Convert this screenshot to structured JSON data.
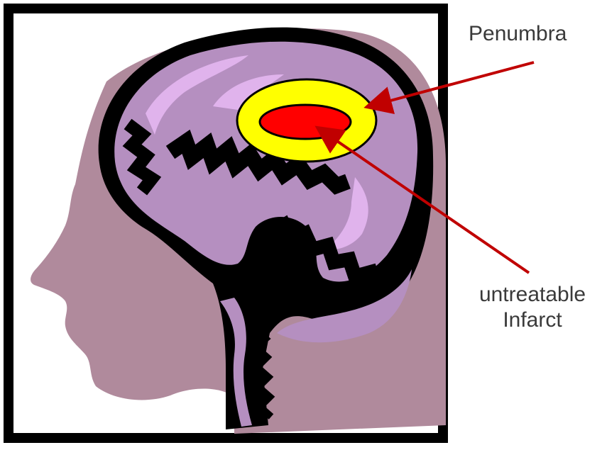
{
  "labels": {
    "penumbra": "Penumbra",
    "infarct_line1": "untreatable",
    "infarct_line2": "Infarct"
  },
  "colors": {
    "frame": "#000000",
    "head": "#b08a9c",
    "brain": "#b58fc0",
    "brain_highlight": "#e0b3ec",
    "brain_outline": "#000000",
    "penumbra": "#ffff00",
    "infarct": "#ff0000",
    "arrow": "#c00000",
    "label_text": "#3a3a3a"
  }
}
